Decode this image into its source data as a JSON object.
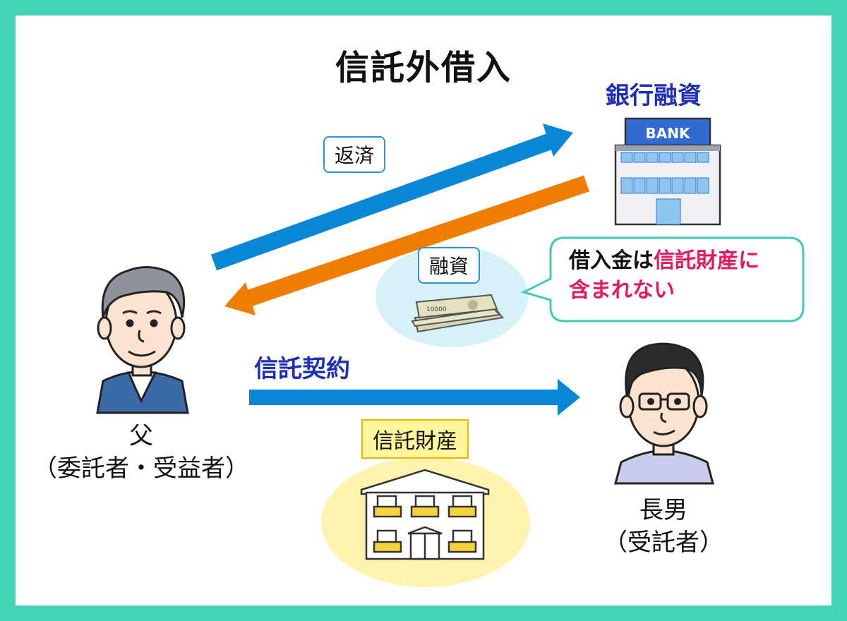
{
  "title": "信託外借入",
  "bank": {
    "heading": "銀行融資",
    "sign": "BANK"
  },
  "arrows": {
    "repayment_label": "返済",
    "loan_label": "融資",
    "trust_contract_label": "信託契約"
  },
  "banknote_value": "10000",
  "speech_bubble": {
    "line1_prefix": "借入金は",
    "line1_highlight": "信託財産に",
    "line2_highlight": "含まれない"
  },
  "trust_property_label": "信託財産",
  "father": {
    "name": "父",
    "role": "（委託者・受益者）"
  },
  "son": {
    "name": "長男",
    "role": "（受託者）"
  },
  "colors": {
    "frame": "#45d4b6",
    "arrow_blue": "#0a86d6",
    "arrow_orange": "#ef7d00",
    "bubble_border": "#45c9b0",
    "highlight_pink": "#e6195c",
    "heading_blue": "#1e2fb8"
  }
}
